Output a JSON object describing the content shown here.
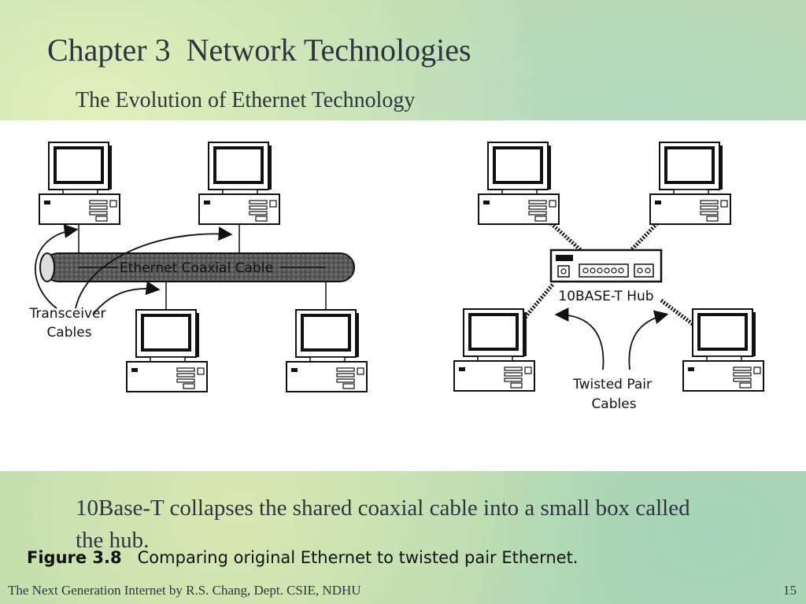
{
  "slide": {
    "title": "Chapter 3  Network Technologies",
    "subtitle": "The Evolution of Ethernet Technology",
    "body": "10Base-T collapses the shared coaxial cable into a small box called the hub."
  },
  "figure": {
    "number": "Figure 3.8",
    "caption": "Comparing original Ethernet to twisted pair Ethernet.",
    "left_diagram": {
      "cable_label": "Ethernet Coaxial Cable",
      "transceiver_label_line1": "Transceiver",
      "transceiver_label_line2": "Cables"
    },
    "right_diagram": {
      "hub_label": "10BASE-T Hub",
      "twisted_label_line1": "Twisted Pair",
      "twisted_label_line2": "Cables"
    }
  },
  "footer": {
    "credit": "The Next Generation Internet by R.S. Chang, Dept. CSIE, NDHU",
    "page_number": "15"
  }
}
